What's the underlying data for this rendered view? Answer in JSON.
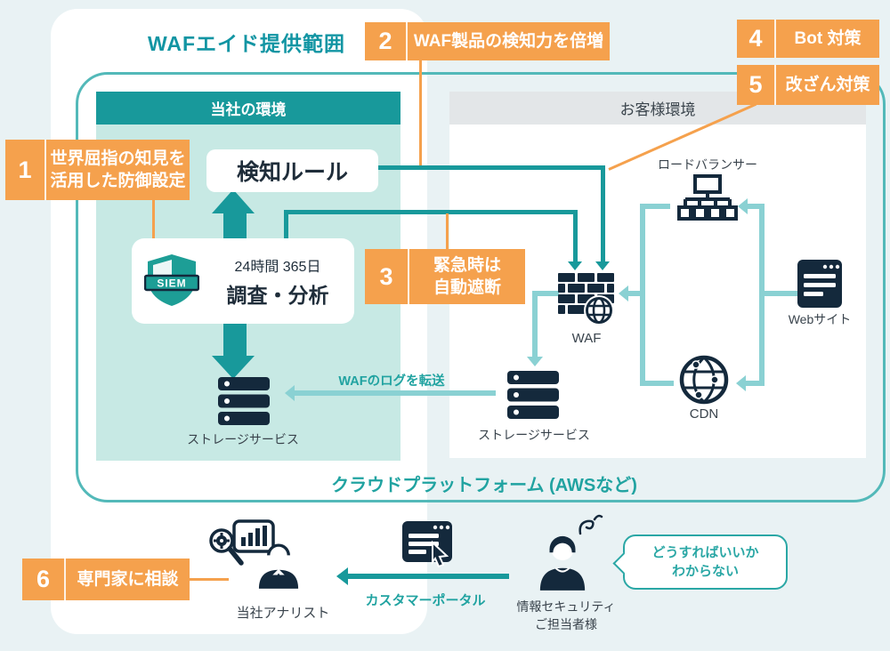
{
  "title": "WAFエイド提供範囲",
  "callouts": [
    {
      "num": "1",
      "lines": [
        "世界屈指の知見を",
        "活用した防御設定"
      ]
    },
    {
      "num": "2",
      "lines": [
        "WAF製品の検知力を倍増"
      ]
    },
    {
      "num": "3",
      "lines": [
        "緊急時は",
        "自動遮断"
      ]
    },
    {
      "num": "4",
      "lines": [
        "Bot 対策"
      ]
    },
    {
      "num": "5",
      "lines": [
        "改ざん対策"
      ]
    },
    {
      "num": "6",
      "lines": [
        "専門家に相談"
      ]
    }
  ],
  "company_env": {
    "header": "当社の環境",
    "detection_rule": "検知ルール",
    "siem_label": "SIEM",
    "monitoring_line1": "24時間 365日",
    "monitoring_line2": "調査・分析",
    "storage_label": "ストレージサービス"
  },
  "customer_env": {
    "header": "お客様環境",
    "load_balancer_label": "ロードバランサー",
    "waf_label": "WAF",
    "storage_label": "ストレージサービス",
    "cdn_label": "CDN",
    "web_label": "Webサイト"
  },
  "cloud_platform_label": "クラウドプラットフォーム (AWSなど)",
  "log_transfer_label": "WAFのログを転送",
  "bottom_section": {
    "analyst_label": "当社アナリスト",
    "portal_label": "カスタマーポータル",
    "customer_label_line1": "情報セキュリティ",
    "customer_label_line2": "ご担当者様",
    "speech_line1": "どうすればいいか",
    "speech_line2": "わからない"
  },
  "colors": {
    "background": "#e9f2f4",
    "orange": "#f5a14d",
    "teal": "#18999b",
    "light_teal": "#8ad1d3",
    "pale_teal_body": "#c7e9e4",
    "navy_icon": "#14293c",
    "teal_label": "#21a3a1"
  }
}
